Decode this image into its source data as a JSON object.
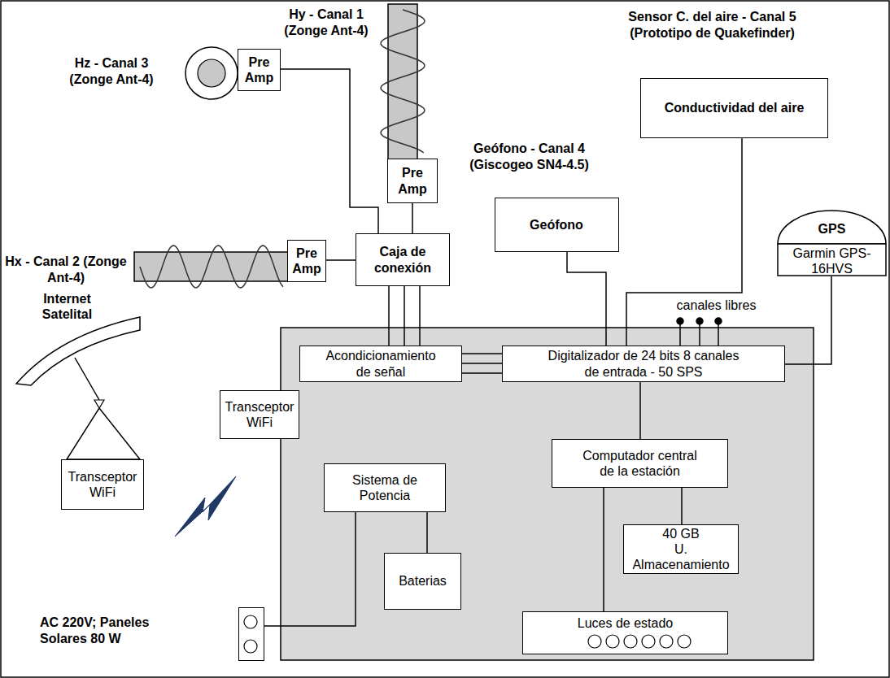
{
  "diagram": {
    "nodes": [
      {
        "text": [
          "Hy - Canal 1 (Zonge Ant-4)"
        ]
      },
      {
        "text": [
          "Sensor C. del aire - Canal 5 (Prototipo de Quakefinder)",
          "Conductividad del aire"
        ]
      },
      {
        "text": [
          "Hz - Canal 3 (Zonge Ant-4)"
        ]
      },
      {
        "text": [
          "Pre Amp"
        ]
      },
      {
        "text": [
          "Pre Amp"
        ]
      },
      {
        "text": [
          "Geófono - Canal 4 (Giscogeo SN4-4.5)",
          "Geófono"
        ]
      },
      {
        "text": [
          "GPS",
          "Garmin GPS-16HVS"
        ]
      },
      {
        "text": [
          "Hx - Canal 2 (Zonge Ant-4)"
        ]
      },
      {
        "text": [
          "Pre Amp"
        ]
      },
      {
        "text": [
          "Caja de conexión"
        ]
      },
      {
        "text": [
          "Acondicionamiento de señal"
        ]
      },
      {
        "text": [
          "Digitalizador de 24 bits 8 canales de entrada - 50 SPS"
        ]
      },
      {
        "text": [
          "Transceptor WiFi"
        ]
      },
      {
        "text": [
          "Transceptor WiFi"
        ]
      },
      {
        "text": [
          "Computador central de la estación"
        ]
      },
      {
        "text": [
          "Sistema de Potencia"
        ]
      },
      {
        "text": [
          "40 GB",
          "U. Almacenamiento"
        ]
      },
      {
        "text": [
          "Baterias"
        ]
      },
      {
        "text": [
          "AC 220V; Paneles Solares 80 W"
        ]
      },
      {
        "text": [
          "Luces de estado"
        ]
      }
    ],
    "edges": [
      {
        "from": 3,
        "to": 9,
        "arrow": "none"
      },
      {
        "from": 4,
        "to": 9,
        "arrow": "none"
      },
      {
        "from": 8,
        "to": 9,
        "arrow": "none"
      },
      {
        "from": 9,
        "to": 10,
        "arrow": "none"
      },
      {
        "from": 9,
        "to": 10,
        "arrow": "none"
      },
      {
        "from": 9,
        "to": 10,
        "arrow": "none"
      },
      {
        "from": 10,
        "to": 11,
        "arrow": "none"
      },
      {
        "from": 10,
        "to": 11,
        "arrow": "none"
      },
      {
        "from": 10,
        "to": 11,
        "arrow": "none"
      },
      {
        "from": 5,
        "to": 11,
        "arrow": "none"
      },
      {
        "from": 1,
        "to": 11,
        "arrow": "none"
      },
      {
        "from": 6,
        "to": 11,
        "arrow": "none"
      },
      {
        "from": 11,
        "to": 14,
        "arrow": "none"
      },
      {
        "from": 14,
        "to": 16,
        "arrow": "none"
      },
      {
        "from": 14,
        "to": 19,
        "arrow": "none"
      },
      {
        "from": 15,
        "to": 17,
        "arrow": "none"
      },
      {
        "from": 15,
        "to": 18,
        "arrow": "none"
      }
    ],
    "labels": [
      "canales libres",
      "Internet Satelital"
    ]
  }
}
